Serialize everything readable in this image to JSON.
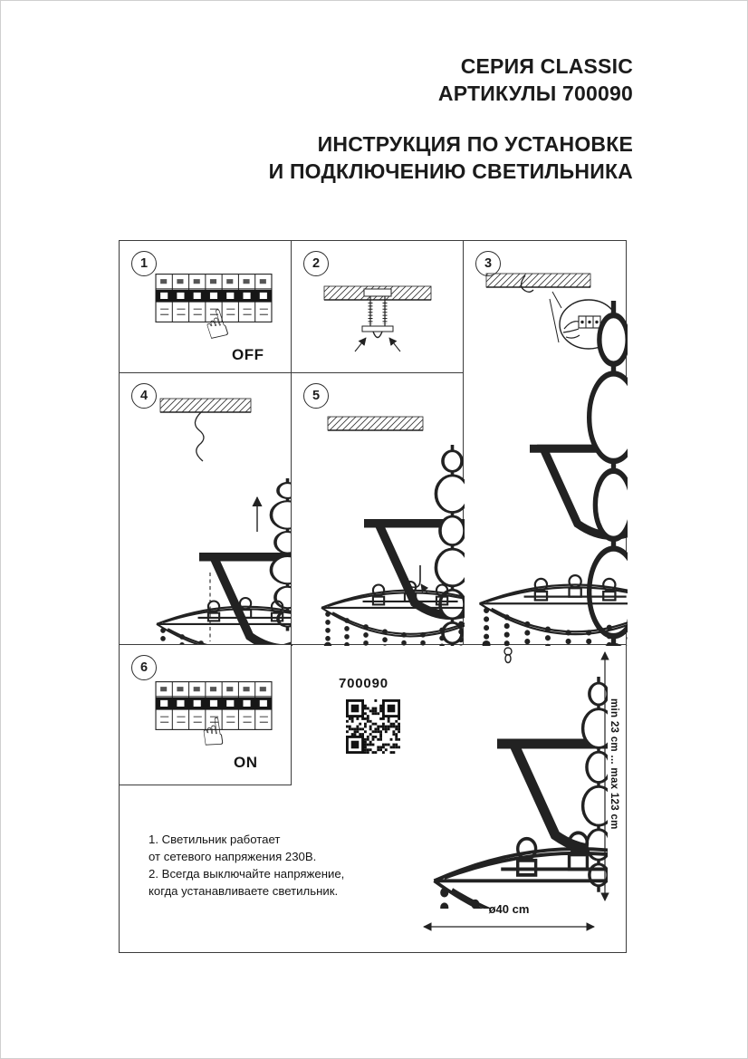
{
  "header": {
    "series": "СЕРИЯ CLASSIC",
    "articles": "АРТИКУЛЫ 700090",
    "instruction": [
      "ИНСТРУКЦИЯ ПО УСТАНОВКЕ",
      "И ПОДКЛЮЧЕНИЮ СВЕТИЛЬНИКА"
    ]
  },
  "steps": [
    {
      "number": "1",
      "label": "OFF"
    },
    {
      "number": "2",
      "label": ""
    },
    {
      "number": "3",
      "label": ""
    },
    {
      "number": "4",
      "label": ""
    },
    {
      "number": "5",
      "label": ""
    },
    {
      "number": "6",
      "label": "ON"
    }
  ],
  "product": {
    "code": "700090"
  },
  "dimensions": {
    "height_range": "min 23 cm ... max 123 cm",
    "diameter": "ø40 cm"
  },
  "notes": {
    "line1": "1. Светильник работает",
    "line2": "от сетевого напряжения 230В.",
    "line3": "2. Всегда выключайте напряжение,",
    "line4": "когда устанавливаете светильник."
  },
  "colors": {
    "ink": "#1d1d1d",
    "paper": "#ffffff",
    "line": "#222222"
  }
}
